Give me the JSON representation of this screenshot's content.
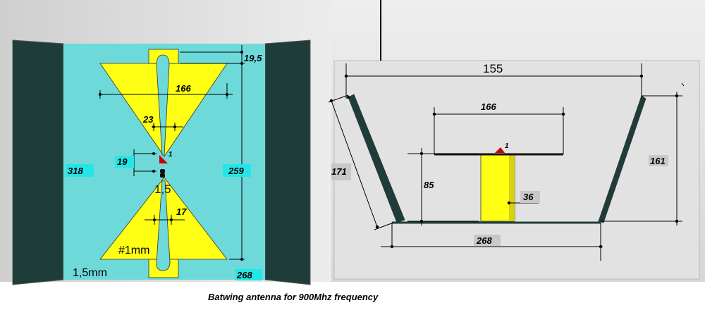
{
  "caption": "Batwing antenna for 900Mhz frequency",
  "front_view": {
    "dimensions": {
      "top_tab": "19,5",
      "wing_width": "166",
      "slot_width": "23",
      "gap_height": "19",
      "feed_gap": "1,5",
      "lower_slot": "17",
      "total_height": "259",
      "board_height": "318",
      "board_width": "268"
    },
    "notes": {
      "copper_thickness": "#1mm",
      "board_thickness": "1,5mm"
    },
    "port_label": "1"
  },
  "side_view": {
    "dimensions": {
      "top_width": "155",
      "element_width": "166",
      "mast_height": "85",
      "mast_width": "36",
      "reflector_side": "171",
      "reflector_height": "161",
      "base_width": "268"
    },
    "port_label": "1"
  },
  "colors": {
    "background": "#ffffff",
    "panel_gray": "#e0e0e0",
    "substrate": "#6ed9d9",
    "copper": "#ffff14",
    "reflector": "#1e3d3a",
    "port": "#cc0000",
    "label_box_cyan": "#25e6e6",
    "label_box_gray": "#c8c8c8",
    "line": "#000000"
  }
}
